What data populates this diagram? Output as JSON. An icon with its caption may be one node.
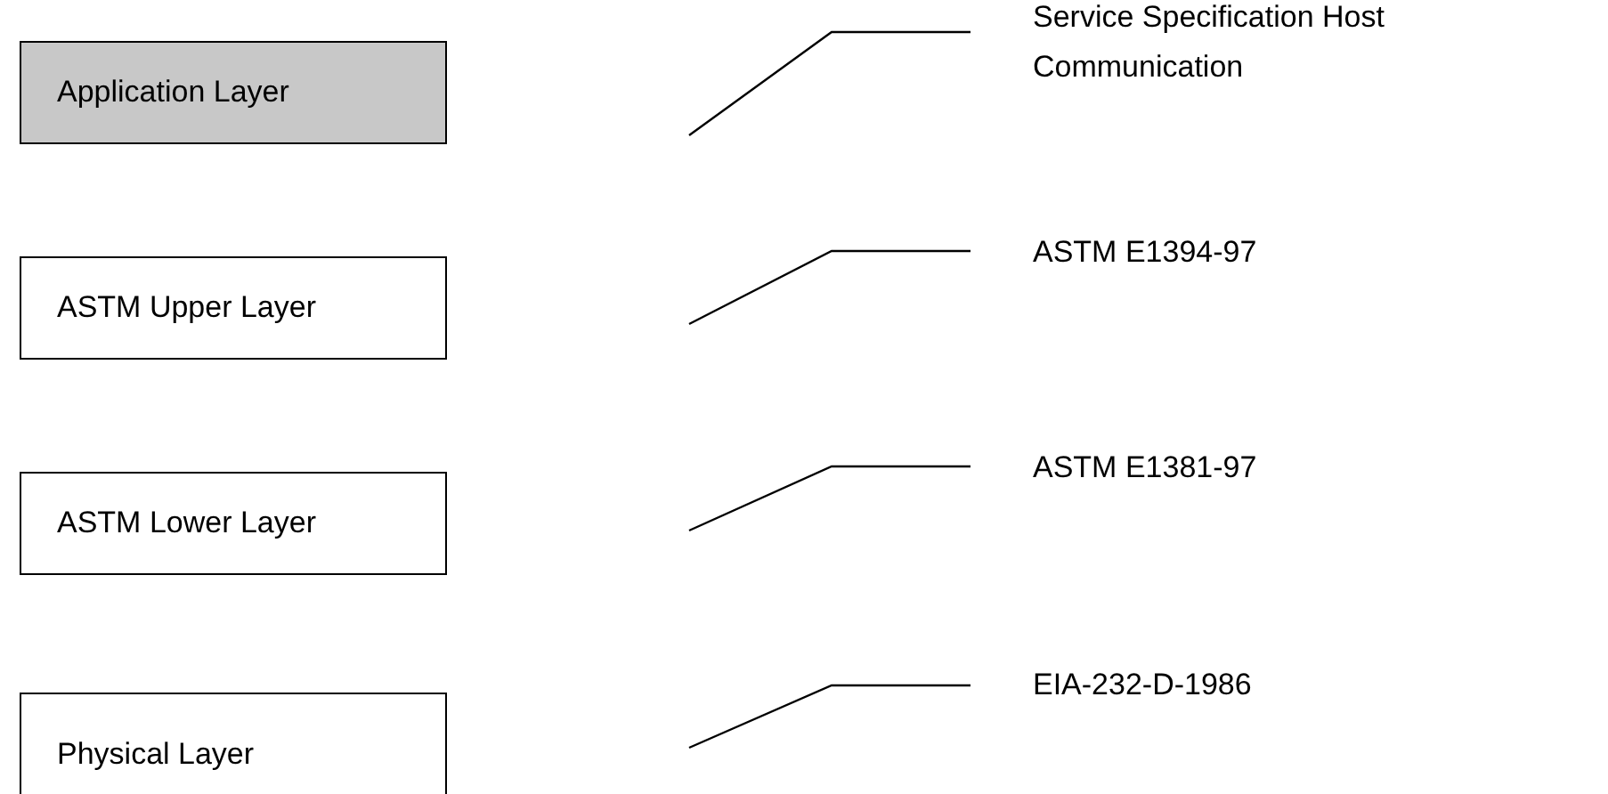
{
  "diagram": {
    "nodes": [
      {
        "text": [
          "Application Layer"
        ]
      },
      {
        "text": [
          "ASTM Upper Layer"
        ]
      },
      {
        "text": [
          "ASTM Lower Layer"
        ]
      },
      {
        "text": [
          "Physical Layer"
        ]
      },
      {
        "text": [
          "Service Specification Host Communication"
        ]
      },
      {
        "text": [
          "ASTM E1394-97"
        ]
      },
      {
        "text": [
          "ASTM E1381-97"
        ]
      },
      {
        "text": [
          "EIA-232-D-1986"
        ]
      }
    ],
    "edges": [
      {
        "from": null,
        "to": 4,
        "arrow": "none"
      },
      {
        "from": null,
        "to": 5,
        "arrow": "none"
      },
      {
        "from": null,
        "to": 6,
        "arrow": "none"
      },
      {
        "from": null,
        "to": 7,
        "arrow": "none"
      }
    ]
  }
}
